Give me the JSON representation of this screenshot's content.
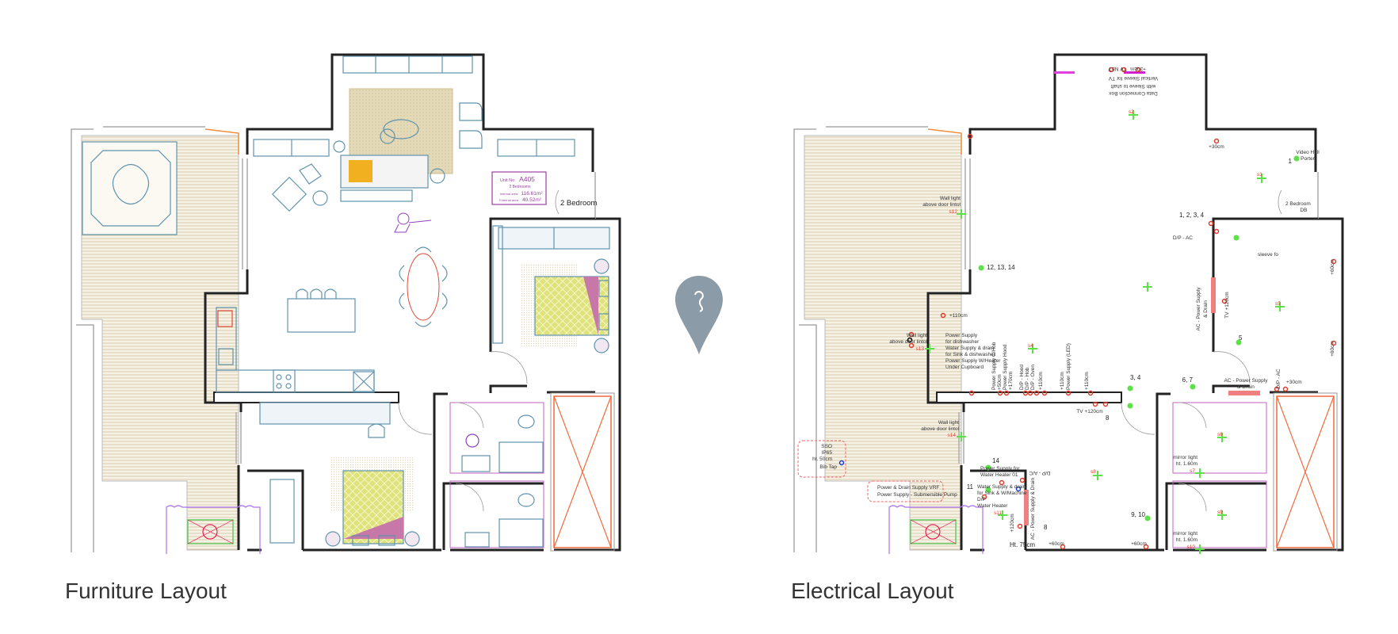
{
  "titles": {
    "furniture": "Furniture Layout",
    "electrical": "Electrical Layout"
  },
  "unit_box": {
    "unit_label": "Unit No",
    "unit_no": "A405",
    "bedrooms": "2 Bedrooms",
    "internal_label": "Internal area",
    "internal_value": "116.61m²",
    "external_label": "External area",
    "external_value": "40.52m²"
  },
  "room_label": "2 Bedroom",
  "center_icon": "map-pin-icon",
  "colors": {
    "wall": "#222222",
    "furniture": "#5f93ad",
    "unit_box": "#9b3fa5",
    "light": "#5ee04a",
    "socket": "#e03a2a",
    "water": "#1a3fd8",
    "shaft": "#f06a3a"
  },
  "electrical": {
    "labels": [
      "Wall light",
      "above door lintol",
      "s12",
      "12, 13, 14",
      "+110cm",
      "Wall light",
      "above door lintol",
      "s13",
      "Power Supply",
      "for dishwasher",
      "Water Supply & drain",
      "for Sink & dishwasher",
      "Power Supply W/Heater",
      "Under Cupboard",
      "s4",
      "Power Supply C/Hob",
      "+50cm",
      "Power Supply Hood",
      "+170cm",
      "D/P - Hood",
      "D/P - Hob",
      "D/P - Oven",
      "+110cm",
      "+110cm",
      "Power Supply (LED)",
      "+110cm",
      "3, 4",
      "TV +120cm",
      "8",
      "s8",
      "TV NET",
      "+30cm",
      "Vertical Sleeve for TV",
      "Data Connection Box",
      "with Sleeve to shaft",
      "s2",
      "+30cm",
      "Video Hall",
      "Porter",
      "1",
      "s1",
      "2 Bedroom",
      "DB",
      "1, 2, 3, 4",
      "D/P - AC",
      "sleeve fo",
      "AC - Power Supply",
      "& Drain",
      "TV +120cm",
      "s5",
      "+60cm",
      "+60cm",
      "5",
      "6, 7",
      "AC - Power Supply",
      "& Drain",
      "D/P - AC",
      "+30cm",
      "s6",
      "mirror light",
      "ht. 1.60m",
      "s7",
      "9, 10",
      "s9",
      "mirror light",
      "ht. 1.60m",
      "s10",
      "+60cm",
      "Wall light",
      "above door lintol",
      "s14",
      "SSO",
      "IP65",
      "ht. 50cm",
      "Bib Tap",
      "Power & Drain Supply VRF",
      "Power Supply - Submersible Pump",
      "14",
      "Power Supply for",
      "Water Heater 01",
      "Water Supply & drain",
      "for Sink & W/Machine",
      "11",
      "D/P",
      "Water Heater",
      "s11",
      "+120cm",
      "D/P - A/C",
      "AC - Power Supply & Drain",
      "8",
      "Ht. 75cm",
      "+60cm"
    ]
  }
}
